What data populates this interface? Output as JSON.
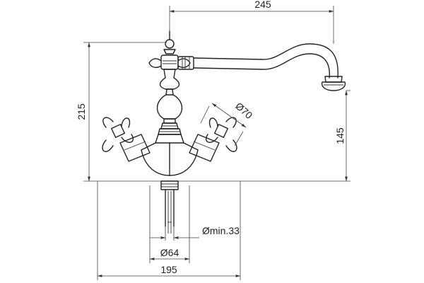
{
  "drawing": {
    "dimensions": {
      "spout_reach": "245",
      "total_height": "215",
      "spout_height": "145",
      "handle_diameter": "Ø70",
      "hole_diameter": "Ømin.33",
      "shank_diameter": "Ø64",
      "base_width": "195"
    }
  }
}
